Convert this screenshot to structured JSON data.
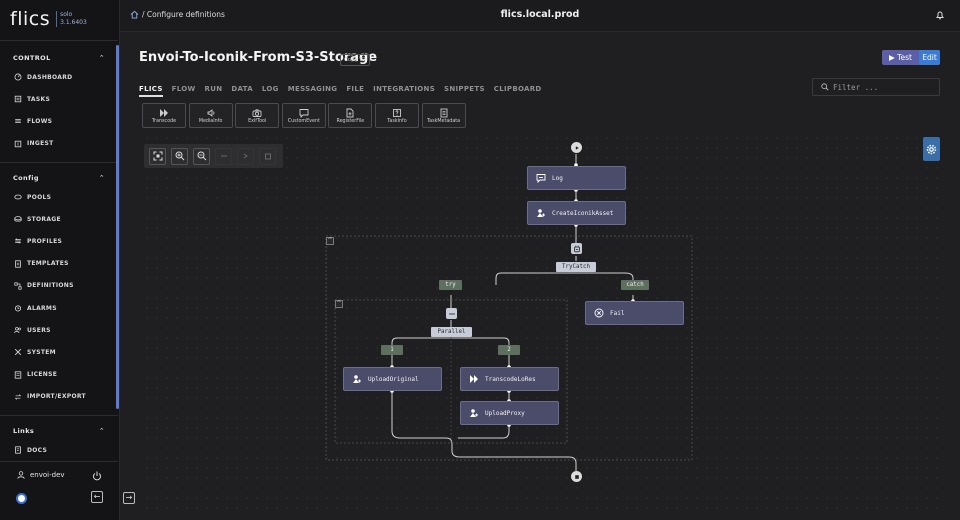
{
  "app": {
    "logo": "flics",
    "edition": "solo",
    "version": "3.1.6403"
  },
  "sidebar": {
    "control_title": "CONTROL",
    "control_items": [
      {
        "label": "DASHBOARD",
        "icon": "dashboard-icon"
      },
      {
        "label": "TASKS",
        "icon": "tasks-icon"
      },
      {
        "label": "FLOWS",
        "icon": "flows-icon"
      },
      {
        "label": "INGEST",
        "icon": "ingest-icon"
      }
    ],
    "config_title": "Config",
    "config_items": [
      {
        "label": "POOLS",
        "icon": "pools-icon"
      },
      {
        "label": "STORAGE",
        "icon": "storage-icon"
      },
      {
        "label": "PROFILES",
        "icon": "profiles-icon"
      },
      {
        "label": "TEMPLATES",
        "icon": "templates-icon"
      },
      {
        "label": "DEFINITIONS",
        "icon": "definitions-icon"
      },
      {
        "label": "ALARMS",
        "icon": "alarms-icon"
      },
      {
        "label": "USERS",
        "icon": "users-icon"
      },
      {
        "label": "SYSTEM",
        "icon": "system-icon"
      },
      {
        "label": "LICENSE",
        "icon": "license-icon"
      },
      {
        "label": "IMPORT/EXPORT",
        "icon": "import-export-icon"
      }
    ],
    "links_title": "Links",
    "links_items": [
      {
        "label": "DOCS",
        "icon": "docs-icon"
      }
    ],
    "user": "envoi-dev"
  },
  "topbar": {
    "breadcrumb": "/ Configure definitions",
    "host": "flics.local.prod"
  },
  "page": {
    "title": "Envoi-To-Iconik-From-S3-Storage",
    "copy_id": "Copy ID",
    "test_label": "▶ Test",
    "edit_label": "Edit",
    "tabs": [
      "FLICS",
      "FLOW",
      "RUN",
      "DATA",
      "LOG",
      "MESSAGING",
      "FILE",
      "INTEGRATIONS",
      "SNIPPETS",
      "CLIPBOARD"
    ],
    "active_tab": "FLICS",
    "filter_placeholder": "Filter ..."
  },
  "palette": [
    "Transcode",
    "MediaInfo",
    "ExifTool",
    "CustomEvent",
    "RegisterFile",
    "TaskInfo",
    "TaskMetadata"
  ],
  "flow": {
    "nodes": {
      "log": "Log",
      "create": "CreateIconikAsset",
      "fail": "Fail",
      "upload_original": "UploadOriginal",
      "transcode_lores": "TranscodeLoRes",
      "upload_proxy": "UploadProxy"
    },
    "gateways": {
      "trycatch": "TryCatch",
      "parallel": "Parallel"
    },
    "branches": {
      "try": "try",
      "catch": "catch",
      "p1": "1",
      "p2": "2"
    }
  },
  "colors": {
    "accent": "#5b7bd5",
    "node": "#4b4c6a",
    "branch": "#5d6f5e",
    "test": "#5a5fa8",
    "edit": "#3a7bd5"
  }
}
